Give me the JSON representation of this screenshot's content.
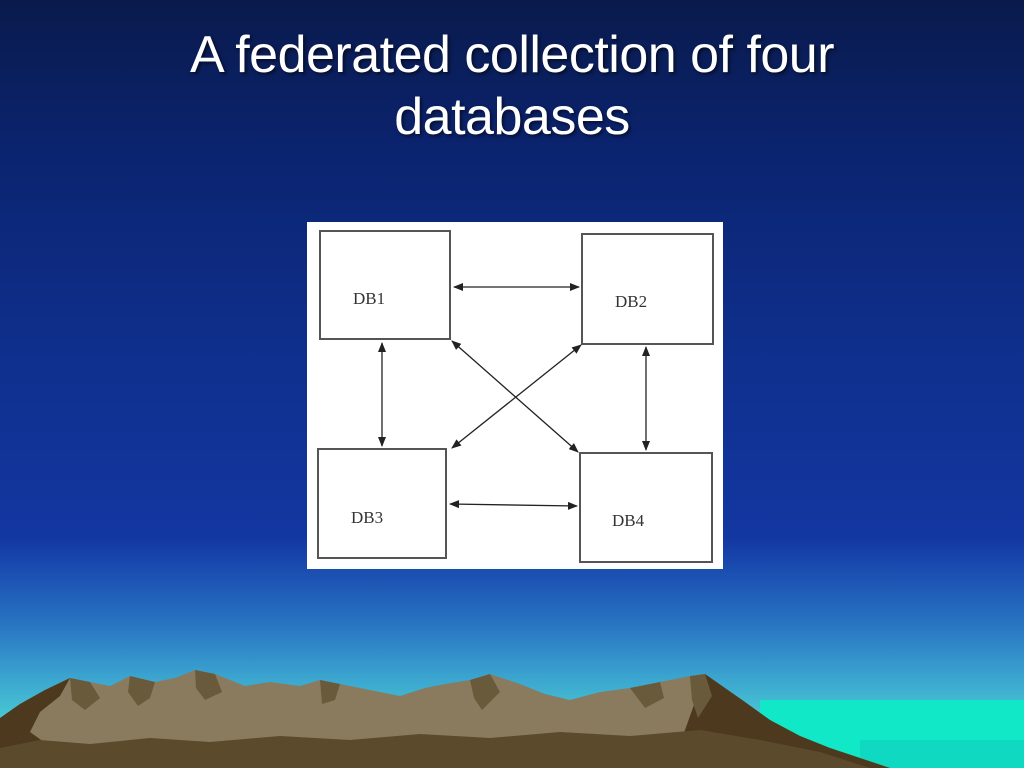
{
  "slide": {
    "title_line1": "A federated collection of four",
    "title_line2": "databases"
  },
  "diagram": {
    "nodes": [
      {
        "id": "db1",
        "label": "DB1"
      },
      {
        "id": "db2",
        "label": "DB2"
      },
      {
        "id": "db3",
        "label": "DB3"
      },
      {
        "id": "db4",
        "label": "DB4"
      }
    ],
    "edges": [
      {
        "from": "DB1",
        "to": "DB2",
        "direction": "bidirectional"
      },
      {
        "from": "DB3",
        "to": "DB4",
        "direction": "bidirectional"
      },
      {
        "from": "DB1",
        "to": "DB3",
        "direction": "bidirectional"
      },
      {
        "from": "DB2",
        "to": "DB4",
        "direction": "bidirectional"
      },
      {
        "from": "DB1",
        "to": "DB4",
        "direction": "bidirectional"
      },
      {
        "from": "DB2",
        "to": "DB3",
        "direction": "bidirectional"
      }
    ]
  },
  "colors": {
    "background_top": "#0a1a4c",
    "background_mid": "#1337a1",
    "horizon": "#59d9d6",
    "mountain_light": "#8a7b5e",
    "mountain_dark": "#4d3a1e",
    "sea": "#10e8c8"
  }
}
